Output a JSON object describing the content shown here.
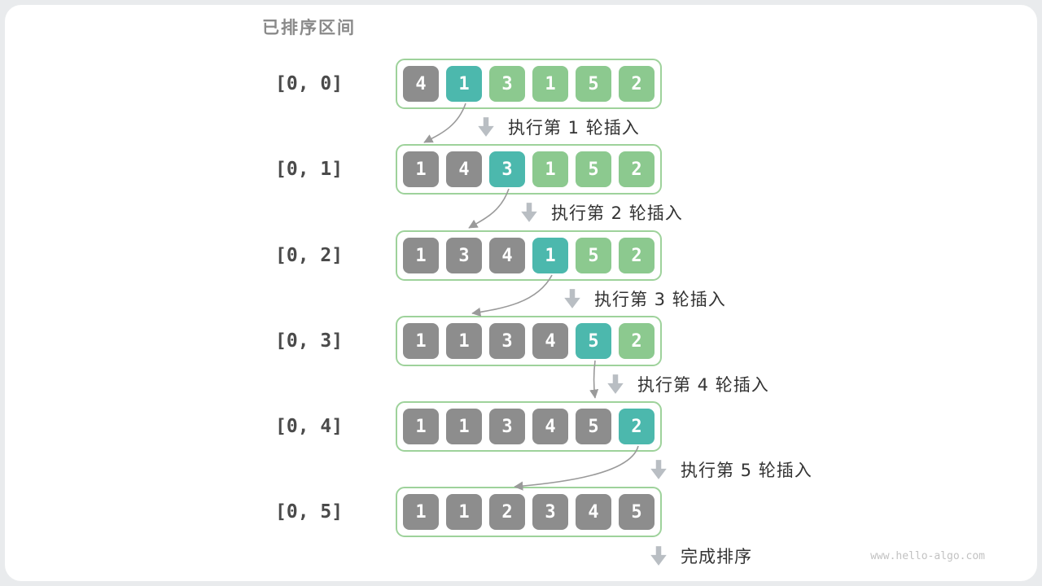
{
  "title": "已排序区间",
  "watermark": "www.hello-algo.com",
  "colors": {
    "sorted_cell": "#8d8d8d",
    "current_cell": "#4cb8ad",
    "unsorted_cell": "#8cc98f",
    "array_border": "#9ed29b",
    "step_arrow": "#b9bec3",
    "connector": "#9a9a9a"
  },
  "rows": [
    {
      "label": "[0, 0]",
      "step": "执行第 1 轮插入",
      "cells": [
        {
          "value": "4",
          "state": "sorted"
        },
        {
          "value": "1",
          "state": "current"
        },
        {
          "value": "3",
          "state": "unsorted"
        },
        {
          "value": "1",
          "state": "unsorted"
        },
        {
          "value": "5",
          "state": "unsorted"
        },
        {
          "value": "2",
          "state": "unsorted"
        }
      ]
    },
    {
      "label": "[0, 1]",
      "step": "执行第 2 轮插入",
      "cells": [
        {
          "value": "1",
          "state": "sorted"
        },
        {
          "value": "4",
          "state": "sorted"
        },
        {
          "value": "3",
          "state": "current"
        },
        {
          "value": "1",
          "state": "unsorted"
        },
        {
          "value": "5",
          "state": "unsorted"
        },
        {
          "value": "2",
          "state": "unsorted"
        }
      ]
    },
    {
      "label": "[0, 2]",
      "step": "执行第 3 轮插入",
      "cells": [
        {
          "value": "1",
          "state": "sorted"
        },
        {
          "value": "3",
          "state": "sorted"
        },
        {
          "value": "4",
          "state": "sorted"
        },
        {
          "value": "1",
          "state": "current"
        },
        {
          "value": "5",
          "state": "unsorted"
        },
        {
          "value": "2",
          "state": "unsorted"
        }
      ]
    },
    {
      "label": "[0, 3]",
      "step": "执行第 4 轮插入",
      "cells": [
        {
          "value": "1",
          "state": "sorted"
        },
        {
          "value": "1",
          "state": "sorted"
        },
        {
          "value": "3",
          "state": "sorted"
        },
        {
          "value": "4",
          "state": "sorted"
        },
        {
          "value": "5",
          "state": "current"
        },
        {
          "value": "2",
          "state": "unsorted"
        }
      ]
    },
    {
      "label": "[0, 4]",
      "step": "执行第 5 轮插入",
      "cells": [
        {
          "value": "1",
          "state": "sorted"
        },
        {
          "value": "1",
          "state": "sorted"
        },
        {
          "value": "3",
          "state": "sorted"
        },
        {
          "value": "4",
          "state": "sorted"
        },
        {
          "value": "5",
          "state": "sorted"
        },
        {
          "value": "2",
          "state": "current"
        }
      ]
    },
    {
      "label": "[0, 5]",
      "step": "完成排序",
      "cells": [
        {
          "value": "1",
          "state": "sorted"
        },
        {
          "value": "1",
          "state": "sorted"
        },
        {
          "value": "2",
          "state": "sorted"
        },
        {
          "value": "3",
          "state": "sorted"
        },
        {
          "value": "4",
          "state": "sorted"
        },
        {
          "value": "5",
          "state": "sorted"
        }
      ]
    }
  ],
  "connectors": [
    {
      "from_row": 0,
      "from_index": 1,
      "to_row": 1,
      "to_index": 0
    },
    {
      "from_row": 1,
      "from_index": 2,
      "to_row": 2,
      "to_index": 1
    },
    {
      "from_row": 2,
      "from_index": 3,
      "to_row": 3,
      "to_index": 1
    },
    {
      "from_row": 3,
      "from_index": 4,
      "to_row": 4,
      "to_index": 4
    },
    {
      "from_row": 4,
      "from_index": 5,
      "to_row": 5,
      "to_index": 2
    }
  ]
}
